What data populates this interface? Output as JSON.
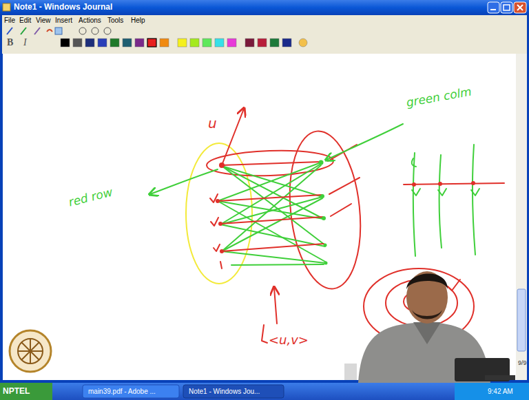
{
  "diagram": {
    "labels": [
      "Note1 - Windows Journal",
      "File",
      "Edit",
      "View",
      "Insert",
      "Actions",
      "Tools",
      "Help",
      "B",
      "I",
      "u",
      "green colm",
      "red row",
      "<u,v>",
      "9/9",
      "NPTEL",
      "main39.pdf - Adobe ...",
      "Note1 - Windows Jou...",
      "9:42 AM"
    ]
  }
}
